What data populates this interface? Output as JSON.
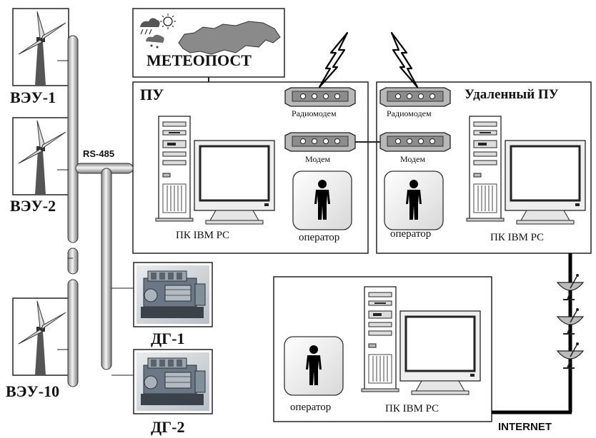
{
  "meteo": {
    "label": "МЕТЕОПОСТ"
  },
  "control_panel": {
    "title": "ПУ",
    "pc_label": "ПК IBM PC",
    "radiomodem_label": "Радиомодем",
    "modem_label": "Модем",
    "operator_label": "оператор"
  },
  "remote_panel": {
    "title": "Удаленный ПУ",
    "pc_label": "ПК IBM PC",
    "radiomodem_label": "Радиомодем",
    "modem_label": "Модем",
    "operator_label": "оператор"
  },
  "internet_station": {
    "pc_label": "ПК IBM PC",
    "operator_label": "оператор"
  },
  "bus": {
    "label": "RS-485"
  },
  "turbines": [
    {
      "label": "ВЭУ-1"
    },
    {
      "label": "ВЭУ-2"
    },
    {
      "label": "ВЭУ-10"
    }
  ],
  "generators": [
    {
      "label": "ДГ-1"
    },
    {
      "label": "ДГ-2"
    }
  ],
  "internet": {
    "label": "INTERNET"
  }
}
